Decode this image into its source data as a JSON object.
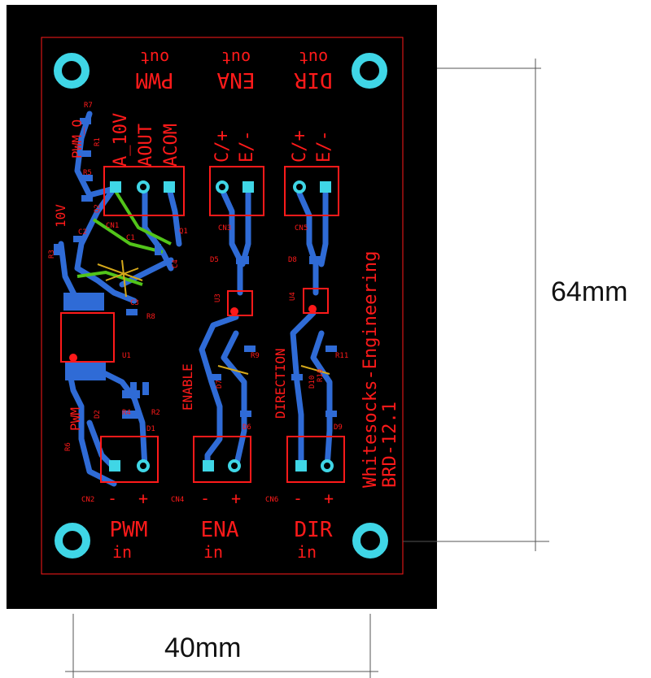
{
  "colors": {
    "board": "#000000",
    "silkscreen": "#ff1a1a",
    "copper_top": "#2f6bd6",
    "copper_alt": "#52c41a",
    "yellow_trace": "#d6a91a",
    "pad": "#3fd6e6",
    "dim_line": "#555555"
  },
  "dimensions": {
    "height": "64mm",
    "width": "40mm"
  },
  "board_text": {
    "brand": "Whitesocks-Engineering",
    "rev": "BRD-12.1",
    "enable": "ENABLE",
    "direction": "DIRECTION",
    "top_labels": [
      {
        "main": "PWM",
        "sub": "out"
      },
      {
        "main": "ENA",
        "sub": "out"
      },
      {
        "main": "DIR",
        "sub": "out"
      }
    ],
    "bottom_labels": [
      {
        "main": "PWM",
        "sub": "in"
      },
      {
        "main": "ENA",
        "sub": "in"
      },
      {
        "main": "DIR",
        "sub": "in"
      }
    ],
    "analog_labels": [
      "A_10V",
      "AOUT",
      "ACOM"
    ],
    "ena_term": [
      "C/+",
      "E/-"
    ],
    "dir_term": [
      "C/+",
      "E/-"
    ],
    "pwm_side": [
      "PWM_O",
      "10V",
      "PWM"
    ],
    "plus_minus": [
      "-",
      "+"
    ],
    "components": [
      "R7",
      "R5",
      "Q2",
      "CN1",
      "Q1",
      "C1",
      "R3",
      "C2",
      "C3",
      "C4",
      "R8",
      "U1",
      "R4",
      "D1",
      "D2",
      "R6",
      "CN2",
      "CN3",
      "D5",
      "U3",
      "R9",
      "D7",
      "D6",
      "CN4",
      "CN5",
      "D8",
      "U4",
      "R11",
      "D10",
      "D9",
      "CN6",
      "R10",
      "R1",
      "R2"
    ]
  }
}
